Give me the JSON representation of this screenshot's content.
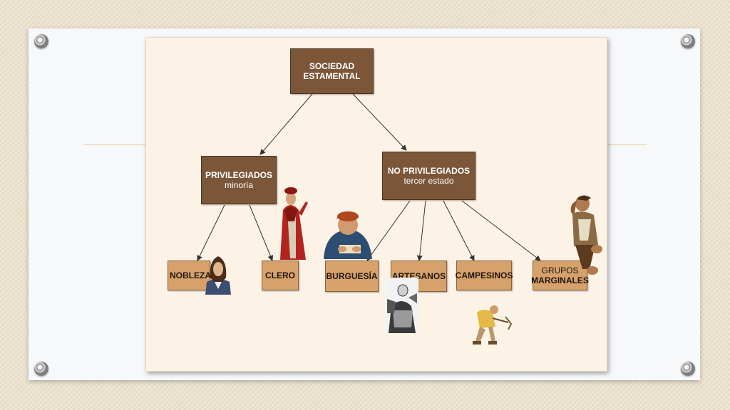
{
  "diagram": {
    "root": {
      "line1": "SOCIEDAD",
      "line2": "ESTAMENTAL"
    },
    "privileged": {
      "line1": "PRIVILEGIADOS",
      "line2": "minoría"
    },
    "non_privileged": {
      "line1": "NO PRIVILEGIADOS",
      "line2": "tercer estado"
    },
    "leaves": {
      "nobleza": "NOBLEZA",
      "clero": "CLERO",
      "burguesia": "BURGUESÍA",
      "artesanos": "ARTESANOS",
      "campesinos": "CAMPESINOS",
      "marginales_line1": "GRUPOS",
      "marginales_line2": "MARGINALES"
    }
  },
  "colors": {
    "dark_box": "#7b5638",
    "light_box": "#d6a16a",
    "slide_bg": "#fcf3e6"
  }
}
